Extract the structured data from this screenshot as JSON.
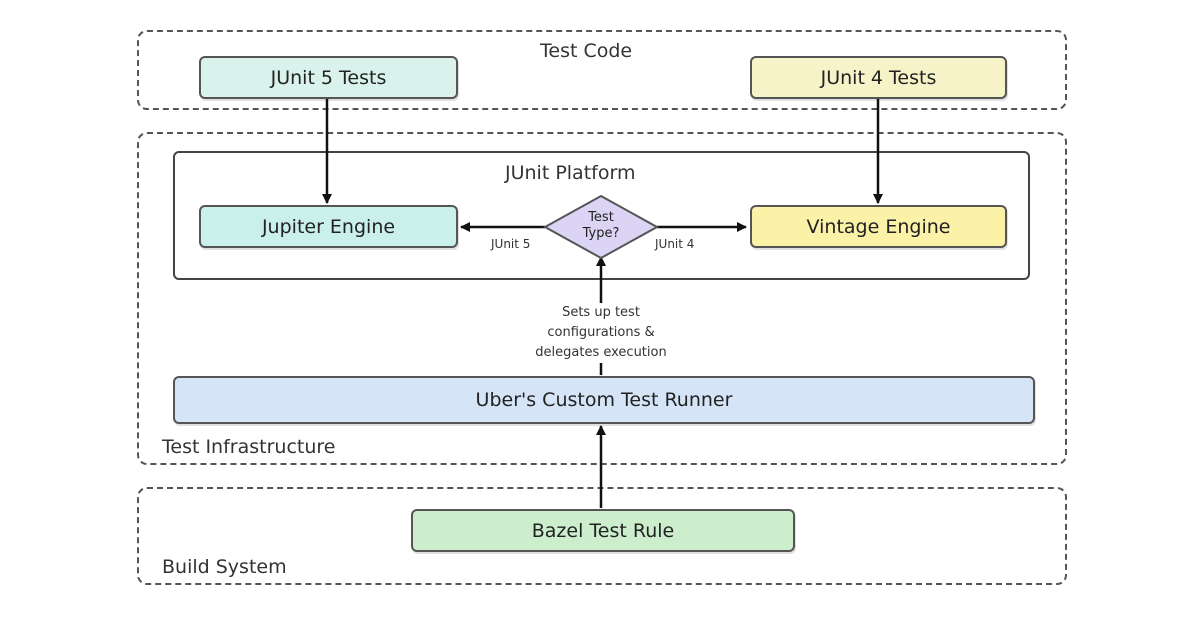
{
  "groups": {
    "test_code": "Test Code",
    "test_infrastructure": "Test Infrastructure",
    "build_system": "Build System"
  },
  "platform": {
    "title": "JUnit Platform"
  },
  "nodes": {
    "junit5_tests": "JUnit 5 Tests",
    "junit4_tests": "JUnit 4 Tests",
    "jupiter_engine": "Jupiter Engine",
    "vintage_engine": "Vintage Engine",
    "decision_line1": "Test",
    "decision_line2": "Type?",
    "custom_runner": "Uber's Custom Test Runner",
    "bazel_rule": "Bazel Test Rule"
  },
  "edges": {
    "to_jupiter": "JUnit 5",
    "to_vintage": "JUnit 4",
    "runner_line1": "Sets up test",
    "runner_line2": "configurations &",
    "runner_line3": "delegates execution"
  },
  "colors": {
    "junit5": "#d9f2ec",
    "junit4": "#f7f3c8",
    "jupiter": "#c9f0ea",
    "vintage": "#fbf2a8",
    "decision": "#dcd4f5",
    "runner": "#d6e4f8",
    "bazel": "#cdeecd"
  }
}
